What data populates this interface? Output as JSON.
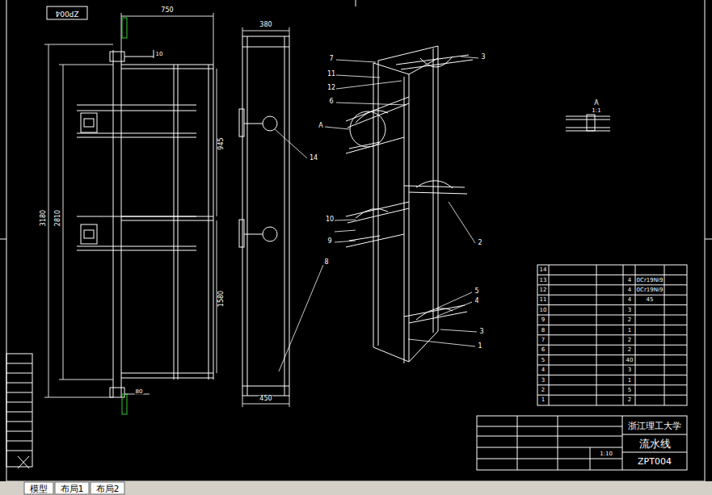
{
  "diagram": {
    "labels": [
      "ZP004",
      "750",
      "380",
      "3180",
      "2810",
      "945",
      "1580",
      "450",
      "10",
      "80",
      "7",
      "11",
      "12",
      "6",
      "3",
      "A",
      "14",
      "2",
      "8",
      "10",
      "9",
      "5",
      "4",
      "3",
      "1",
      "A",
      "1:1",
      "14",
      "13",
      "12",
      "11",
      "10",
      "9",
      "8",
      "7",
      "6",
      "5",
      "4",
      "3",
      "2",
      "1",
      "4",
      "0Cr19Ni9",
      "4",
      "0Cr19Ni9",
      "4",
      "45",
      "3",
      "2",
      "1",
      "2",
      "2",
      "40",
      "3",
      "1",
      "5",
      "2",
      "浙江理工大学",
      "流水线",
      "ZPT004",
      "1:10",
      "模型",
      "布局1",
      "布局2"
    ]
  }
}
